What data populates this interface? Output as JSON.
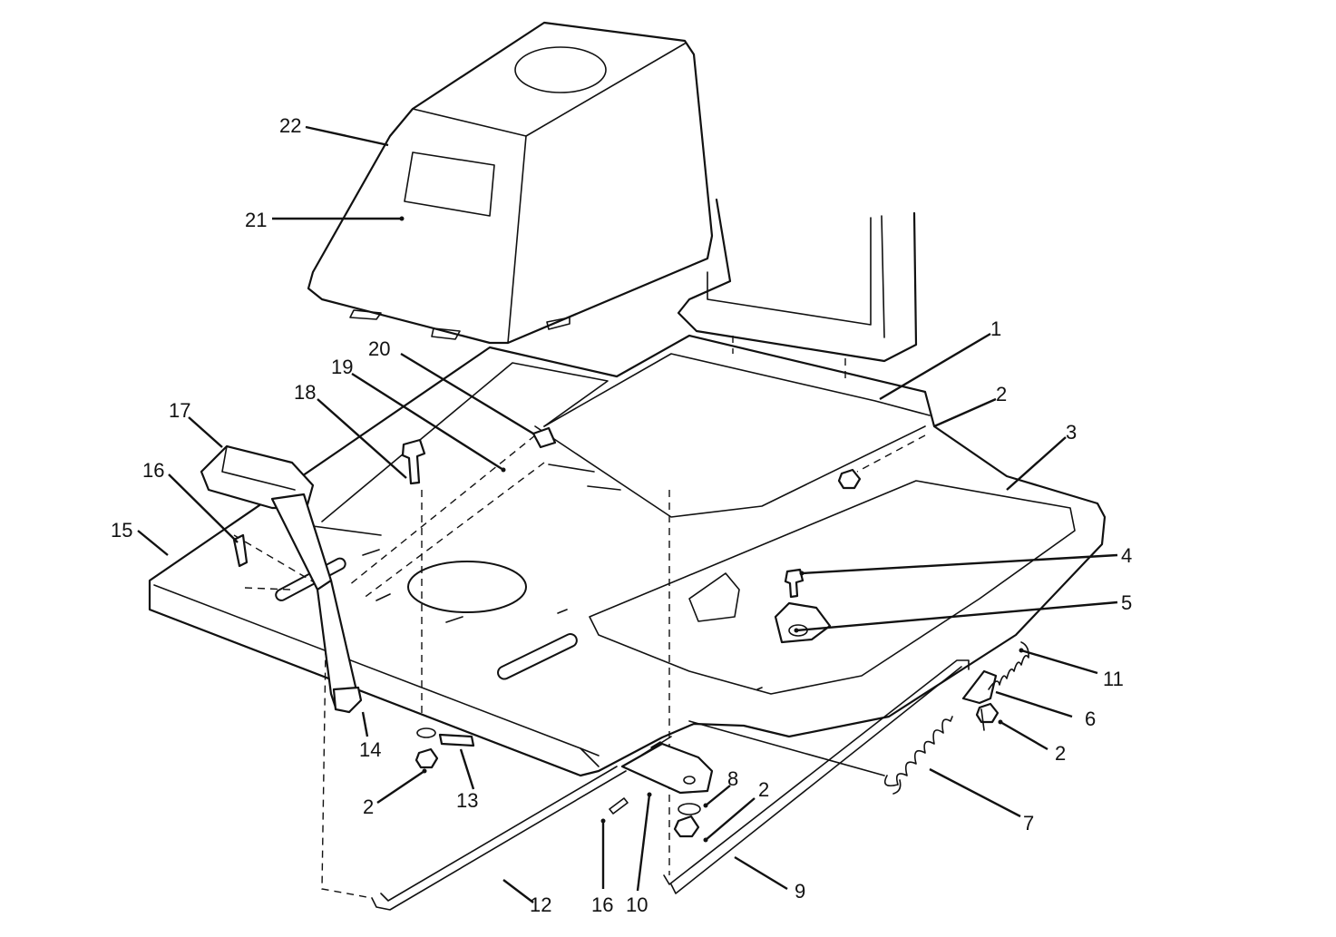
{
  "callouts": [
    {
      "id": "c1",
      "label": "1"
    },
    {
      "id": "c2a",
      "label": "2"
    },
    {
      "id": "c3",
      "label": "3"
    },
    {
      "id": "c4",
      "label": "4"
    },
    {
      "id": "c5",
      "label": "5"
    },
    {
      "id": "c11",
      "label": "11"
    },
    {
      "id": "c6",
      "label": "6"
    },
    {
      "id": "c2b",
      "label": "2"
    },
    {
      "id": "c7",
      "label": "7"
    },
    {
      "id": "c9",
      "label": "9"
    },
    {
      "id": "c8",
      "label": "8"
    },
    {
      "id": "c2c",
      "label": "2"
    },
    {
      "id": "c10",
      "label": "10"
    },
    {
      "id": "c16b",
      "label": "16"
    },
    {
      "id": "c12",
      "label": "12"
    },
    {
      "id": "c13",
      "label": "13"
    },
    {
      "id": "c2d",
      "label": "2"
    },
    {
      "id": "c14",
      "label": "14"
    },
    {
      "id": "c15",
      "label": "15"
    },
    {
      "id": "c16a",
      "label": "16"
    },
    {
      "id": "c17",
      "label": "17"
    },
    {
      "id": "c18",
      "label": "18"
    },
    {
      "id": "c19",
      "label": "19"
    },
    {
      "id": "c20",
      "label": "20"
    },
    {
      "id": "c21",
      "label": "21"
    },
    {
      "id": "c22",
      "label": "22"
    }
  ]
}
